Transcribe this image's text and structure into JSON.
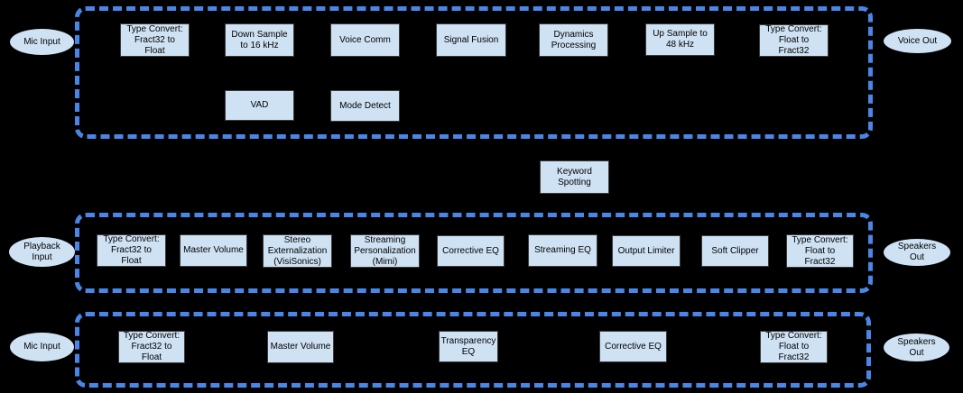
{
  "colors": {
    "background": "#000000",
    "node_fill": "#cfe2f3",
    "node_border": "#3b3b3b",
    "oval_border": "#000000",
    "group_dash_blue": "#4a86e8",
    "text": "#000000"
  },
  "chains": [
    {
      "name": "voice-uplink-chain",
      "input_label": "Mic Input",
      "output_label": "Voice Out",
      "nodes": [
        {
          "label": "Type Convert:\nFract32 to\nFloat"
        },
        {
          "label": "Down Sample\nto 16 kHz"
        },
        {
          "label": "Voice Comm"
        },
        {
          "label": "Signal Fusion"
        },
        {
          "label": "Dynamics\nProcessing"
        },
        {
          "label": "Up Sample to\n48 kHz"
        },
        {
          "label": "Type Convert:\nFloat to\nFract32"
        },
        {
          "label": "VAD"
        },
        {
          "label": "Mode Detect"
        }
      ]
    },
    {
      "name": "playback-chain",
      "input_label": "Playback\nInput",
      "output_label": "Speakers\nOut",
      "nodes": [
        {
          "label": "Type Convert:\nFract32 to\nFloat"
        },
        {
          "label": "Master Volume"
        },
        {
          "label": "Stereo\nExternalization\n(VisiSonics)"
        },
        {
          "label": "Streaming\nPersonalization\n(Mimi)"
        },
        {
          "label": "Corrective EQ"
        },
        {
          "label": "Streaming EQ"
        },
        {
          "label": "Output Limiter"
        },
        {
          "label": "Soft Clipper"
        },
        {
          "label": "Type Convert:\nFloat to\nFract32"
        }
      ]
    },
    {
      "name": "mic-transparency-chain",
      "input_label": "Mic Input",
      "output_label": "Speakers\nOut",
      "nodes": [
        {
          "label": "Type Convert:\nFract32 to\nFloat"
        },
        {
          "label": "Master Volume"
        },
        {
          "label": "Transparency\nEQ"
        },
        {
          "label": "Corrective EQ"
        },
        {
          "label": "Type Convert:\nFloat to\nFract32"
        }
      ]
    }
  ],
  "standalone": {
    "keyword_spotting": "Keyword\nSpotting"
  }
}
